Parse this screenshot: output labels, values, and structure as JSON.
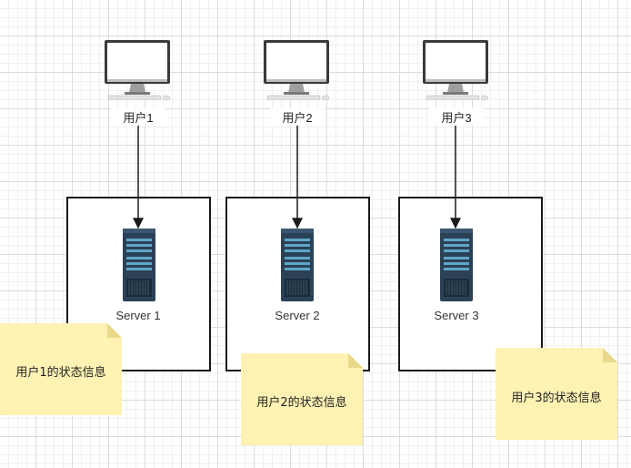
{
  "users": [
    {
      "label": "用户1"
    },
    {
      "label": "用户2"
    },
    {
      "label": "用户3"
    }
  ],
  "servers": [
    {
      "label": "Server 1"
    },
    {
      "label": "Server 2"
    },
    {
      "label": "Server 3"
    }
  ],
  "notes": [
    {
      "text": "用户1的状态信息"
    },
    {
      "text": "用户2的状态信息"
    },
    {
      "text": "用户3的状态信息"
    }
  ],
  "colors": {
    "note_fill": "#fff2b3",
    "note_fold": "#e8d98a",
    "server_body": "#2b4155",
    "server_slot": "#5fa6c9",
    "monitor_frame": "#3a3a3a",
    "arrow": "#1a1a1a"
  },
  "icons": {
    "user": "desktop-computer-icon",
    "server": "server-rack-icon"
  }
}
